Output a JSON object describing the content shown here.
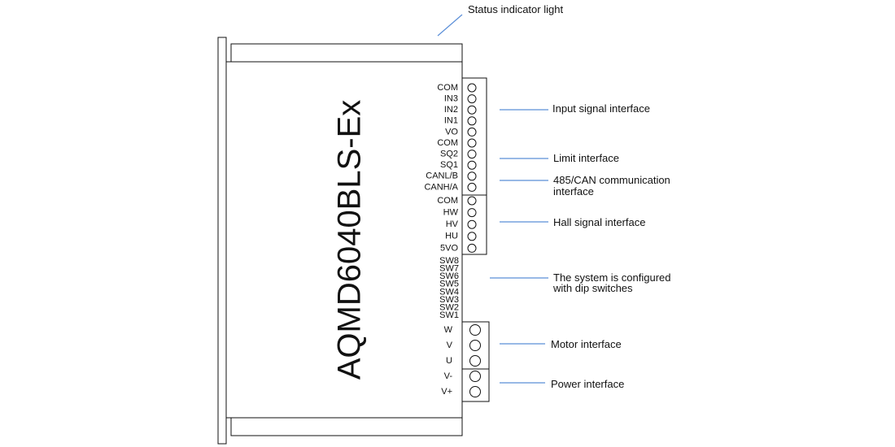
{
  "model": "AQMD6040BLS-Ex",
  "pins": {
    "signal": [
      "COM",
      "IN3",
      "IN2",
      "IN1",
      "VO",
      "COM",
      "SQ2",
      "SQ1",
      "CANL/B",
      "CANH/A"
    ],
    "hall": [
      "COM",
      "HW",
      "HV",
      "HU",
      "5VO"
    ],
    "dip": [
      "SW8",
      "SW7",
      "SW6",
      "SW5",
      "SW4",
      "SW3",
      "SW2",
      "SW1"
    ],
    "motor": [
      "W",
      "V",
      "U"
    ],
    "power": [
      "V-",
      "V+"
    ]
  },
  "callouts": {
    "status": "Status indicator light",
    "input": "Input signal interface",
    "limit": "Limit interface",
    "comm_line1": "485/CAN communication",
    "comm_line2": "interface",
    "hall": "Hall signal interface",
    "dip_line1": "The system is configured",
    "dip_line2": "with dip switches",
    "motor": "Motor interface",
    "power": "Power interface"
  },
  "colors": {
    "outline": "#111111",
    "leader": "#5b8fd8"
  }
}
